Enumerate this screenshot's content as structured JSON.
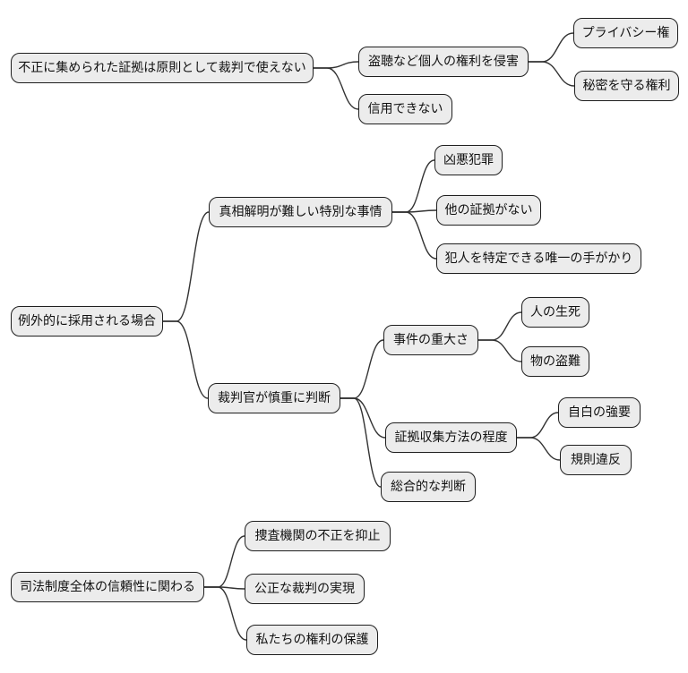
{
  "diagram": {
    "type": "mindmap",
    "direction": "left-to-right",
    "style": {
      "background": "#ffffff",
      "node_fill": "#ececec",
      "node_border": "#1f1f1f",
      "edge_color": "#333333",
      "text_color": "#111111"
    },
    "trees": [
      {
        "root": {
          "label": "不正に集められた証拠は原則として裁判で使えない"
        },
        "children": [
          {
            "label": "盗聴など個人の権利を侵害",
            "children": [
              {
                "label": "プライバシー権"
              },
              {
                "label": "秘密を守る権利"
              }
            ]
          },
          {
            "label": "信用できない"
          }
        ]
      },
      {
        "root": {
          "label": "例外的に採用される場合"
        },
        "children": [
          {
            "label": "真相解明が難しい特別な事情",
            "children": [
              {
                "label": "凶悪犯罪"
              },
              {
                "label": "他の証拠がない"
              },
              {
                "label": "犯人を特定できる唯一の手がかり"
              }
            ]
          },
          {
            "label": "裁判官が慎重に判断",
            "children": [
              {
                "label": "事件の重大さ",
                "children": [
                  {
                    "label": "人の生死"
                  },
                  {
                    "label": "物の盗難"
                  }
                ]
              },
              {
                "label": "証拠収集方法の程度",
                "children": [
                  {
                    "label": "自白の強要"
                  },
                  {
                    "label": "規則違反"
                  }
                ]
              },
              {
                "label": "総合的な判断"
              }
            ]
          }
        ]
      },
      {
        "root": {
          "label": "司法制度全体の信頼性に関わる"
        },
        "children": [
          {
            "label": "捜査機関の不正を抑止"
          },
          {
            "label": "公正な裁判の実現"
          },
          {
            "label": "私たちの権利の保護"
          }
        ]
      }
    ]
  }
}
